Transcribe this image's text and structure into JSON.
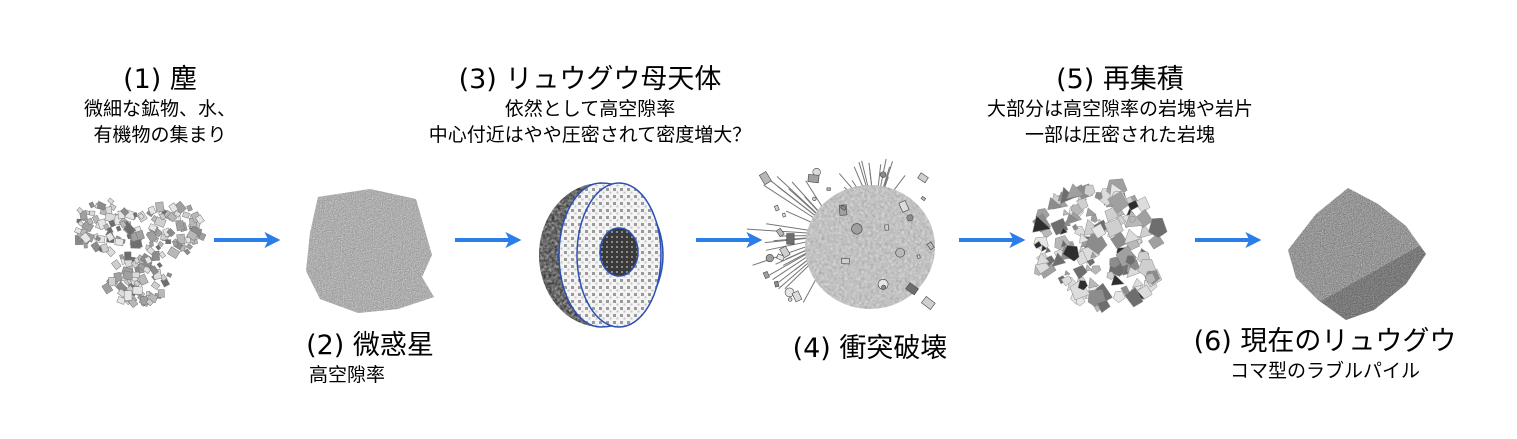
{
  "stages": [
    {
      "title": "(1) 塵",
      "description": [
        "微細な鉱物、水、",
        "有機物の集まり"
      ]
    },
    {
      "title": "(2) 微惑星",
      "description": [
        "高空隙率"
      ]
    },
    {
      "title": "(3) リュウグウ母天体",
      "description": [
        "依然として高空隙率",
        "中心付近はやや圧密されて密度増大？"
      ]
    },
    {
      "title": "(4) 衝突破壊",
      "description": []
    },
    {
      "title": "(5) 再集積",
      "description": [
        "大部分は高空隙率の岩塊や岩片",
        "一部は圧密された岩塊"
      ]
    },
    {
      "title": "(6) 現在のリュウグウ",
      "description": [
        "コマ型のラブルパイル"
      ]
    }
  ],
  "colors": {
    "arrow": "#2b7de9",
    "text": "#000000",
    "core_outline": "#2a4fb5"
  },
  "icons": [
    "dust-cluster-icon",
    "planetesimal-icon",
    "parent-body-cutaway-icon",
    "impact-disruption-icon",
    "reaccumulation-icon",
    "ryugu-asteroid-icon",
    "arrow-right-icon"
  ]
}
